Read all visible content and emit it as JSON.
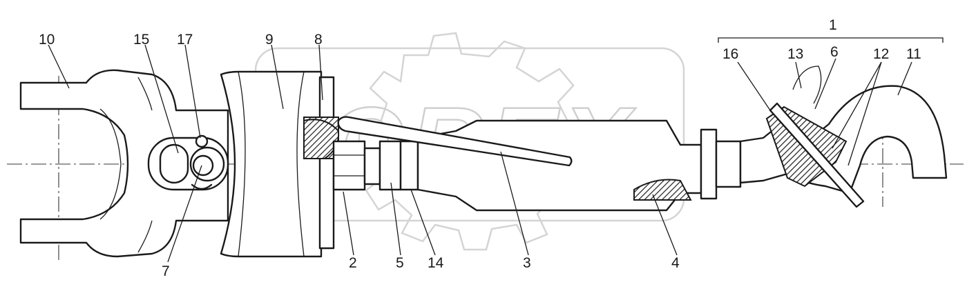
{
  "diagram": {
    "callouts": [
      "1",
      "2",
      "3",
      "4",
      "5",
      "6",
      "7",
      "8",
      "9",
      "10",
      "11",
      "12",
      "13",
      "14",
      "15",
      "16",
      "17"
    ],
    "watermark": "OREX",
    "colors": {
      "ink": "#1a1a1a",
      "background": "#ffffff",
      "watermark": "#cfcfcf"
    }
  }
}
